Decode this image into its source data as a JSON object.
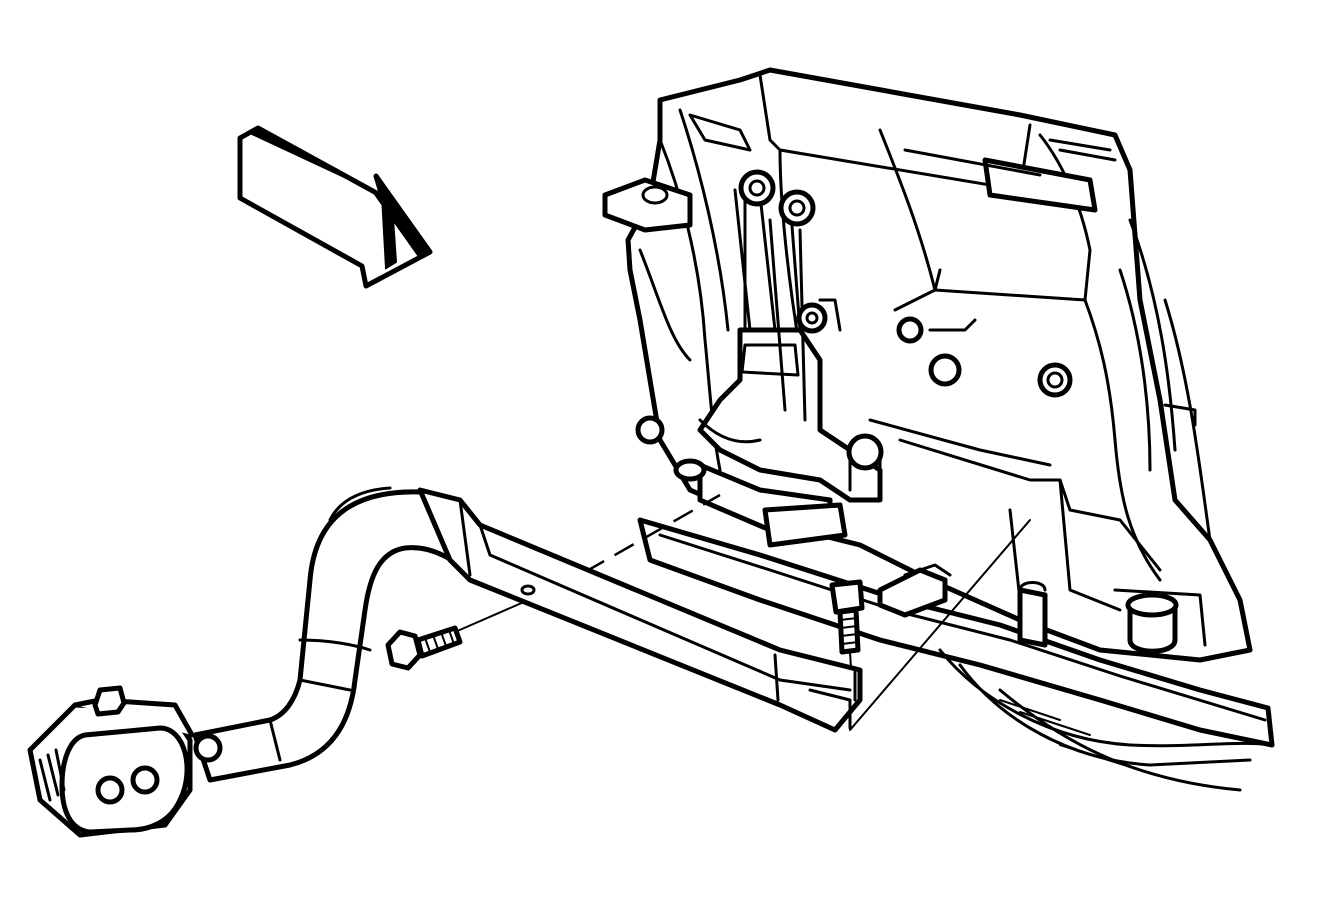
{
  "diagram": {
    "colors": {
      "line": "#000000",
      "background": "#ffffff"
    },
    "parts": [
      "view-direction-arrow",
      "transmission-case",
      "transmission-mount-bracket",
      "mount-bracket-bolt",
      "crossmember-bolt",
      "transmission-mount",
      "crossmember"
    ]
  }
}
